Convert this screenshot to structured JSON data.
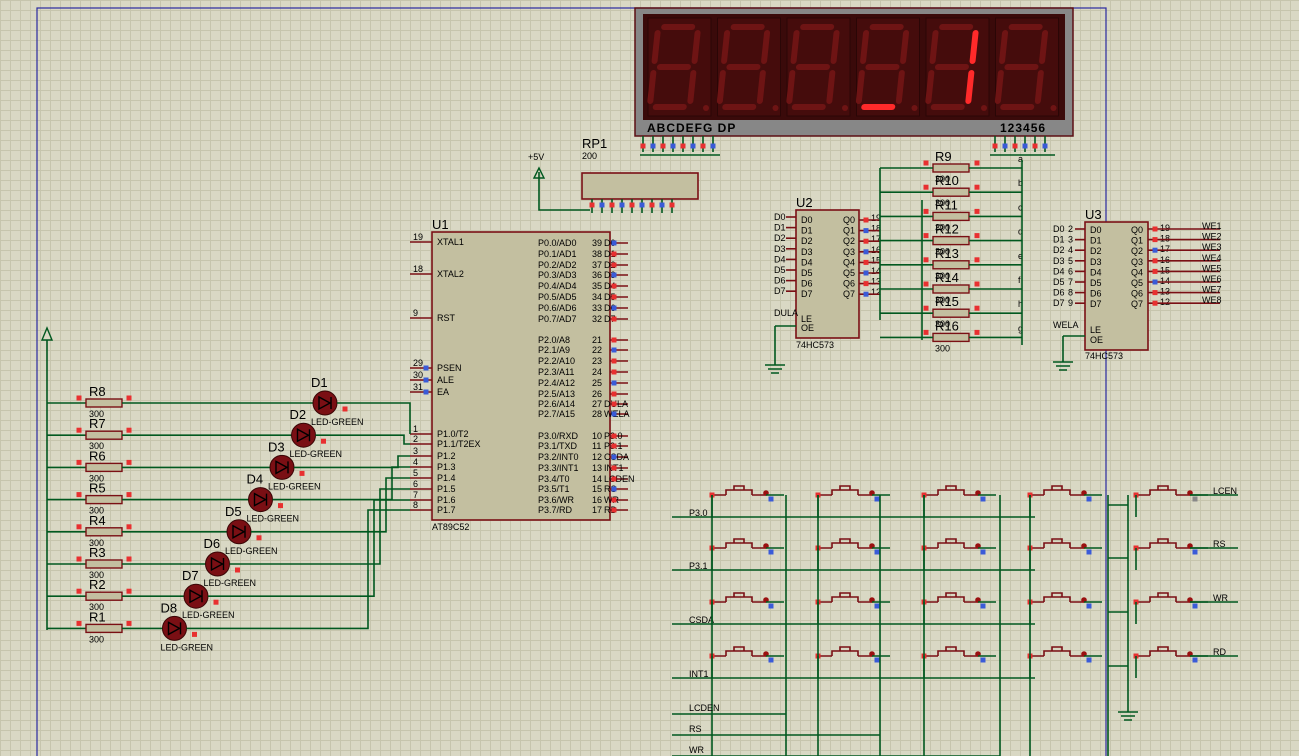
{
  "display": {
    "segments_label": "ABCDEFG DP",
    "digits_label": "123456",
    "digits": [
      "8",
      "8",
      "8",
      "8",
      "8",
      "8"
    ]
  },
  "rp1": {
    "ref": "RP1",
    "value": "200",
    "supply": "+5V"
  },
  "u1": {
    "ref": "U1",
    "part": "AT89C52",
    "left_pins": [
      {
        "num": "19",
        "name": "XTAL1"
      },
      {
        "num": "18",
        "name": "XTAL2"
      },
      {
        "num": "9",
        "name": "RST"
      },
      {
        "num": "29",
        "name": "PSEN"
      },
      {
        "num": "30",
        "name": "ALE"
      },
      {
        "num": "31",
        "name": "EA"
      },
      {
        "num": "1",
        "name": "P1.0/T2"
      },
      {
        "num": "2",
        "name": "P1.1/T2EX"
      },
      {
        "num": "3",
        "name": "P1.2"
      },
      {
        "num": "4",
        "name": "P1.3"
      },
      {
        "num": "5",
        "name": "P1.4"
      },
      {
        "num": "6",
        "name": "P1.5"
      },
      {
        "num": "7",
        "name": "P1.6"
      },
      {
        "num": "8",
        "name": "P1.7"
      }
    ],
    "right_pins": [
      {
        "num": "39",
        "name": "P0.0/AD0",
        "net": "D0"
      },
      {
        "num": "38",
        "name": "P0.1/AD1",
        "net": "D1"
      },
      {
        "num": "37",
        "name": "P0.2/AD2",
        "net": "D2"
      },
      {
        "num": "36",
        "name": "P0.3/AD3",
        "net": "D3"
      },
      {
        "num": "35",
        "name": "P0.4/AD4",
        "net": "D4"
      },
      {
        "num": "34",
        "name": "P0.5/AD5",
        "net": "D5"
      },
      {
        "num": "33",
        "name": "P0.6/AD6",
        "net": "D6"
      },
      {
        "num": "32",
        "name": "P0.7/AD7",
        "net": "D7"
      },
      {
        "num": "21",
        "name": "P2.0/A8",
        "net": ""
      },
      {
        "num": "22",
        "name": "P2.1/A9",
        "net": ""
      },
      {
        "num": "23",
        "name": "P2.2/A10",
        "net": ""
      },
      {
        "num": "24",
        "name": "P2.3/A11",
        "net": ""
      },
      {
        "num": "25",
        "name": "P2.4/A12",
        "net": ""
      },
      {
        "num": "26",
        "name": "P2.5/A13",
        "net": ""
      },
      {
        "num": "27",
        "name": "P2.6/A14",
        "net": "DULA"
      },
      {
        "num": "28",
        "name": "P2.7/A15",
        "net": "WELA"
      },
      {
        "num": "10",
        "name": "P3.0/RXD",
        "net": "P3.0"
      },
      {
        "num": "11",
        "name": "P3.1/TXD",
        "net": "P3.1"
      },
      {
        "num": "12",
        "name": "P3.2/INT0",
        "net": "CSDA"
      },
      {
        "num": "13",
        "name": "P3.3/INT1",
        "net": "INT1"
      },
      {
        "num": "14",
        "name": "P3.4/T0",
        "net": "LCDEN"
      },
      {
        "num": "15",
        "name": "P3.5/T1",
        "net": "RS"
      },
      {
        "num": "16",
        "name": "P3.6/WR",
        "net": "WR"
      },
      {
        "num": "17",
        "name": "P3.7/RD",
        "net": "RD"
      }
    ]
  },
  "leds": [
    {
      "res": "R8",
      "res_val": "300",
      "led": "D1",
      "type": "LED-GREEN"
    },
    {
      "res": "R7",
      "res_val": "300",
      "led": "D2",
      "type": "LED-GREEN"
    },
    {
      "res": "R6",
      "res_val": "300",
      "led": "D3",
      "type": "LED-GREEN"
    },
    {
      "res": "R5",
      "res_val": "300",
      "led": "D4",
      "type": "LED-GREEN"
    },
    {
      "res": "R4",
      "res_val": "300",
      "led": "D5",
      "type": "LED-GREEN"
    },
    {
      "res": "R3",
      "res_val": "300",
      "led": "D6",
      "type": "LED-GREEN"
    },
    {
      "res": "R2",
      "res_val": "300",
      "led": "D7",
      "type": "LED-GREEN"
    },
    {
      "res": "R1",
      "res_val": "300",
      "led": "D8",
      "type": "LED-GREEN"
    }
  ],
  "u2": {
    "ref": "U2",
    "part": "74HC573",
    "d_pins": [
      "D0",
      "D1",
      "D2",
      "D3",
      "D4",
      "D5",
      "D6",
      "D7"
    ],
    "q_pins": [
      "Q0",
      "Q1",
      "Q2",
      "Q3",
      "Q4",
      "Q5",
      "Q6",
      "Q7"
    ],
    "q_nums": [
      "19",
      "18",
      "17",
      "16",
      "15",
      "14",
      "13",
      "12"
    ],
    "le": "LE",
    "oe": "OE",
    "le_net": "DULA"
  },
  "seg_res": [
    {
      "ref": "R9",
      "val": "300",
      "net": "a"
    },
    {
      "ref": "R10",
      "val": "300",
      "net": "b"
    },
    {
      "ref": "R11",
      "val": "300",
      "net": "c"
    },
    {
      "ref": "R12",
      "val": "300",
      "net": "d"
    },
    {
      "ref": "R13",
      "val": "300",
      "net": "e"
    },
    {
      "ref": "R14",
      "val": "300",
      "net": "f"
    },
    {
      "ref": "R15",
      "val": "300",
      "net": "h"
    },
    {
      "ref": "R16",
      "val": "300",
      "net": "g"
    }
  ],
  "u3": {
    "ref": "U3",
    "part": "74HC573",
    "d_pins": [
      "D0",
      "D1",
      "D2",
      "D3",
      "D4",
      "D5",
      "D6",
      "D7"
    ],
    "d_nums": [
      "2",
      "3",
      "4",
      "5",
      "6",
      "7",
      "8",
      "9"
    ],
    "q_pins": [
      "Q0",
      "Q1",
      "Q2",
      "Q3",
      "Q4",
      "Q5",
      "Q6",
      "Q7"
    ],
    "q_nums": [
      "19",
      "18",
      "17",
      "16",
      "15",
      "14",
      "13",
      "12"
    ],
    "q_nets": [
      "WE1",
      "WE2",
      "WE3",
      "WE4",
      "WE5",
      "WE6",
      "WE7",
      "WE8"
    ],
    "le": "LE",
    "oe": "OE",
    "le_net": "WELA"
  },
  "keypad": {
    "row_nets": [
      "P3.0",
      "P3.1",
      "CSDA",
      "INT1"
    ],
    "col_nets": [
      "LCDEN",
      "RS",
      "WR"
    ],
    "side_nets": [
      "LCEN",
      "RS",
      "WR",
      "RD"
    ]
  }
}
